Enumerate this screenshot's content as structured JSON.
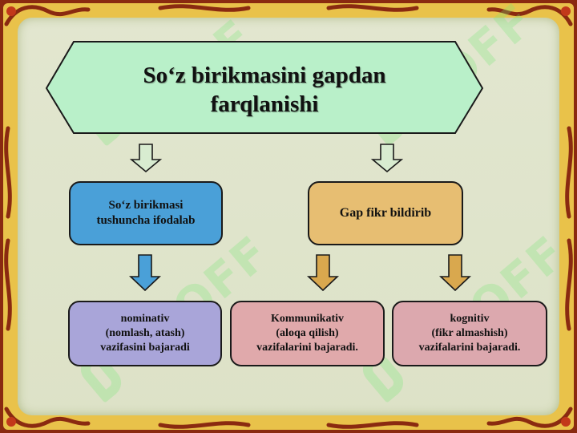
{
  "title": "So‘z birikmasini gapdan\nfarqlanishi",
  "branches": [
    {
      "label": "So‘z birikmasi\ntushuncha ifodalab",
      "color": "#4aa0d8",
      "children": [
        {
          "label": "nominativ\n(nomlash, atash)\nvazifasini bajaradi",
          "color": "#a9a5d9"
        }
      ]
    },
    {
      "label": "Gap fikr bildirib",
      "color": "#e7be72",
      "children": [
        {
          "label": "Kommunikativ\n(aloqa qilish)\nvazifalarini bajaradi.",
          "color": "#e0a9ab"
        },
        {
          "label": "kognitiv\n(fikr almashish)\nvazifalarini bajaradi.",
          "color": "#dca8ae"
        }
      ]
    }
  ],
  "colors": {
    "title_box": "#b9f0c9",
    "arrow_outline": "#d8ecd0",
    "arrow_blue": "#4aa0d8",
    "arrow_gold": "#d9a84e",
    "frame_dark": "#8a2a10",
    "frame_gold": "#e9c24a",
    "watermark": "#78e678"
  },
  "watermark_text": "SOFF"
}
